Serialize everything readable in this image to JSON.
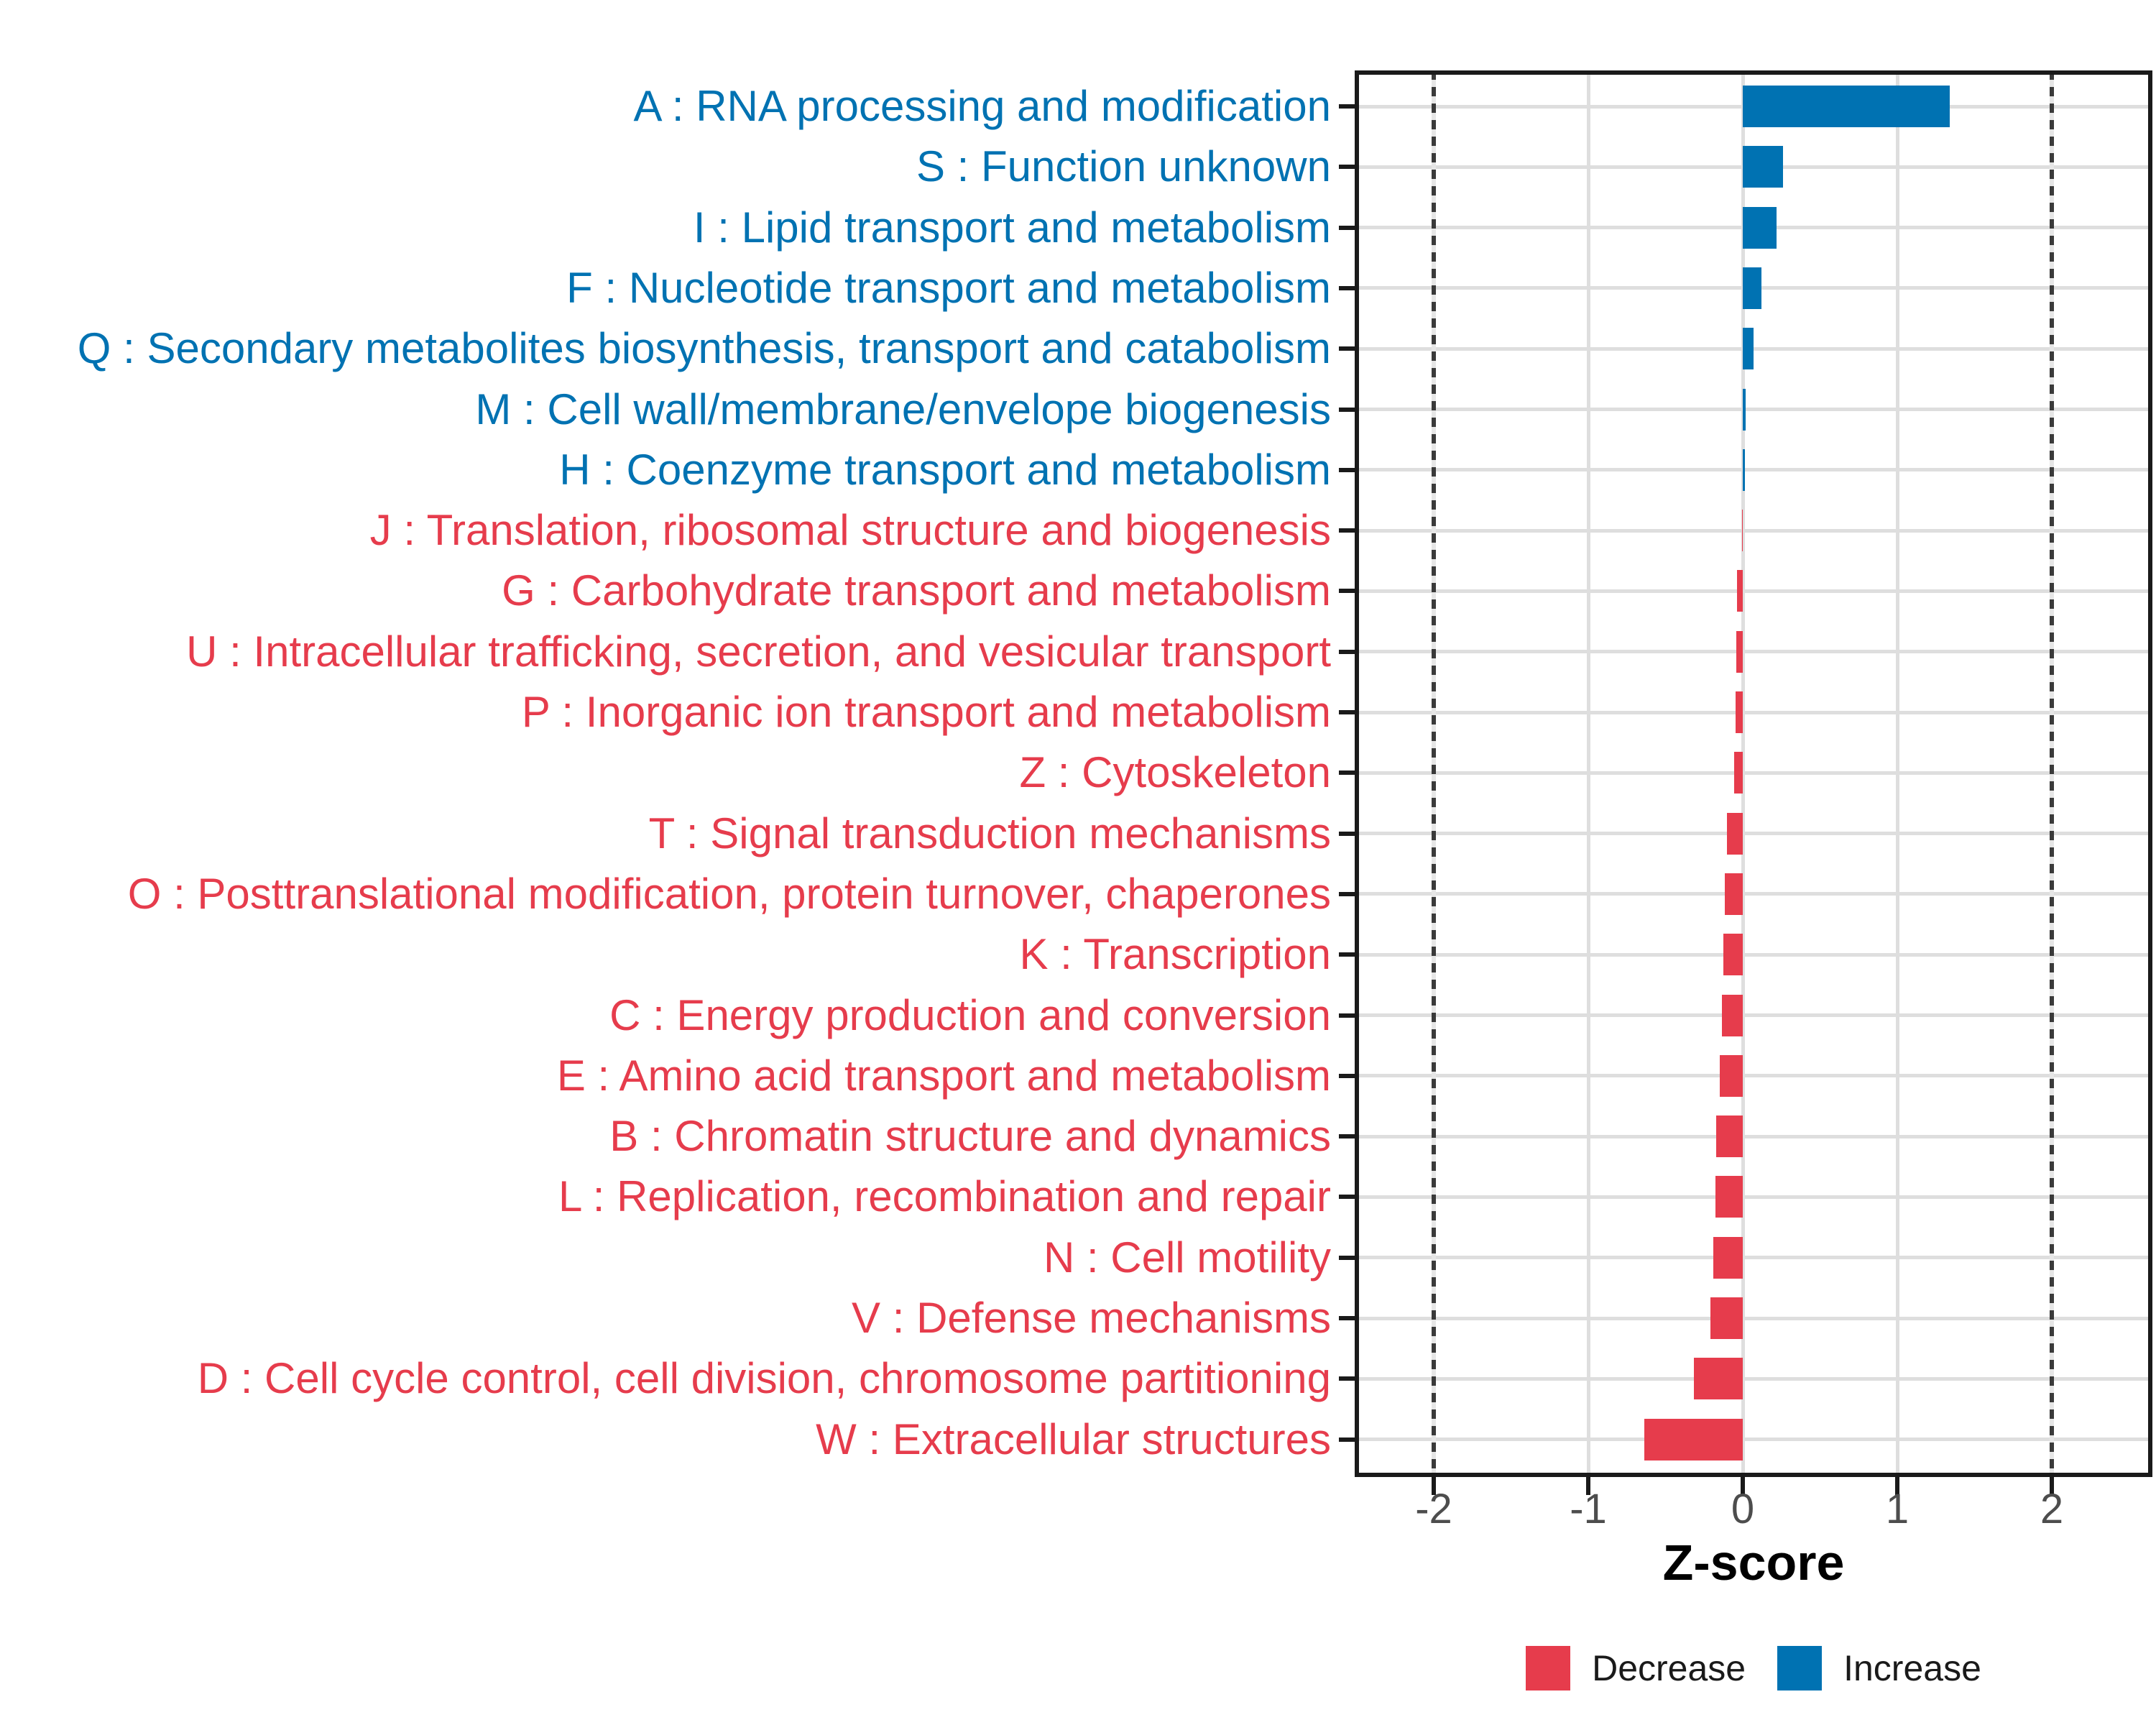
{
  "chart_data": {
    "type": "bar",
    "orientation": "horizontal",
    "xlabel": "Z-score",
    "xlim": [
      -2.51,
      2.65
    ],
    "x_ticks": [
      -2,
      -1,
      0,
      1,
      2
    ],
    "x_tick_labels": [
      "-2",
      "-1",
      "0",
      "1",
      "2"
    ],
    "reference_lines_dotted": [
      -2,
      2
    ],
    "grid": "on",
    "legend_position": "bottom",
    "legend": [
      {
        "label": "Decrease",
        "color": "#E63C4C"
      },
      {
        "label": "Increase",
        "color": "#0072B2"
      }
    ],
    "categories": [
      {
        "label": "A : RNA processing and modification",
        "value": 1.34,
        "group": "Increase"
      },
      {
        "label": "S : Function unknown",
        "value": 0.26,
        "group": "Increase"
      },
      {
        "label": "I : Lipid transport and metabolism",
        "value": 0.22,
        "group": "Increase"
      },
      {
        "label": "F : Nucleotide transport and metabolism",
        "value": 0.12,
        "group": "Increase"
      },
      {
        "label": "Q : Secondary metabolites biosynthesis, transport and catabolism",
        "value": 0.07,
        "group": "Increase"
      },
      {
        "label": "M : Cell wall/membrane/envelope biogenesis",
        "value": 0.02,
        "group": "Increase"
      },
      {
        "label": "H : Coenzyme transport and metabolism",
        "value": 0.012,
        "group": "Increase"
      },
      {
        "label": "J : Translation, ribosomal structure and biogenesis",
        "value": -0.006,
        "group": "Decrease"
      },
      {
        "label": "G : Carbohydrate transport and metabolism",
        "value": -0.035,
        "group": "Decrease"
      },
      {
        "label": "U : Intracellular trafficking, secretion, and vesicular transport",
        "value": -0.04,
        "group": "Decrease"
      },
      {
        "label": "P : Inorganic ion transport and metabolism",
        "value": -0.047,
        "group": "Decrease"
      },
      {
        "label": "Z : Cytoskeleton",
        "value": -0.056,
        "group": "Decrease"
      },
      {
        "label": "T : Signal transduction mechanisms",
        "value": -0.102,
        "group": "Decrease"
      },
      {
        "label": "O : Posttranslational modification, protein turnover, chaperones",
        "value": -0.116,
        "group": "Decrease"
      },
      {
        "label": "K : Transcription",
        "value": -0.125,
        "group": "Decrease"
      },
      {
        "label": "C : Energy production and conversion",
        "value": -0.135,
        "group": "Decrease"
      },
      {
        "label": "E : Amino acid transport and metabolism",
        "value": -0.15,
        "group": "Decrease"
      },
      {
        "label": "B : Chromatin structure and dynamics",
        "value": -0.17,
        "group": "Decrease"
      },
      {
        "label": "L : Replication, recombination and repair",
        "value": -0.175,
        "group": "Decrease"
      },
      {
        "label": "N : Cell motility",
        "value": -0.19,
        "group": "Decrease"
      },
      {
        "label": "V : Defense mechanisms",
        "value": -0.21,
        "group": "Decrease"
      },
      {
        "label": "D : Cell cycle control, cell division, chromosome partitioning",
        "value": -0.315,
        "group": "Decrease"
      },
      {
        "label": "W : Extracellular structures",
        "value": -0.635,
        "group": "Decrease"
      }
    ]
  },
  "colors": {
    "increase": "#0072B2",
    "decrease": "#E63C4C",
    "gridline": "#DEDEDE",
    "reference_line": "#3A3A3A",
    "axis_tick_label": "#4D4D4D",
    "axis_line": "#1A1A1A",
    "background": "#FFFFFF"
  }
}
